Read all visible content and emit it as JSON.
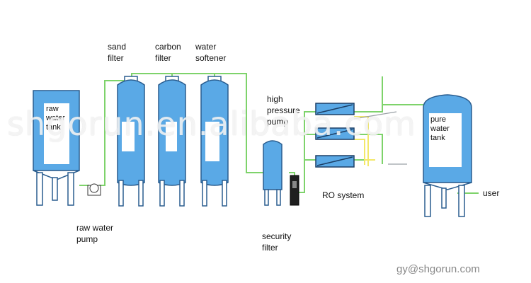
{
  "diagram": {
    "raw_water_tank": {
      "label_lines": [
        "raw",
        "water",
        "tank"
      ]
    },
    "pure_water_tank": {
      "label_lines": [
        "pure",
        "water",
        "tank"
      ]
    },
    "labels": {
      "sand_filter": [
        "sand",
        "filter"
      ],
      "carbon_filter": [
        "carbon",
        "filter"
      ],
      "water_softener": [
        "water",
        "softener"
      ],
      "high_pressure_pump": [
        "high",
        "pressure",
        "pump"
      ],
      "raw_water_pump": [
        "raw water",
        "pump"
      ],
      "security_filter": [
        "security",
        "filter"
      ],
      "ro_system": "RO system",
      "user": "user"
    }
  },
  "watermark": {
    "text": "shgorun.en.alibaba.com",
    "email": "gy@shgorun.com"
  },
  "colors": {
    "tank_blue": "#5aa9e6",
    "pipe_green": "#7ed36b",
    "tank_outline": "#2a5d8f",
    "membrane_yellow": "#f2e86a"
  }
}
